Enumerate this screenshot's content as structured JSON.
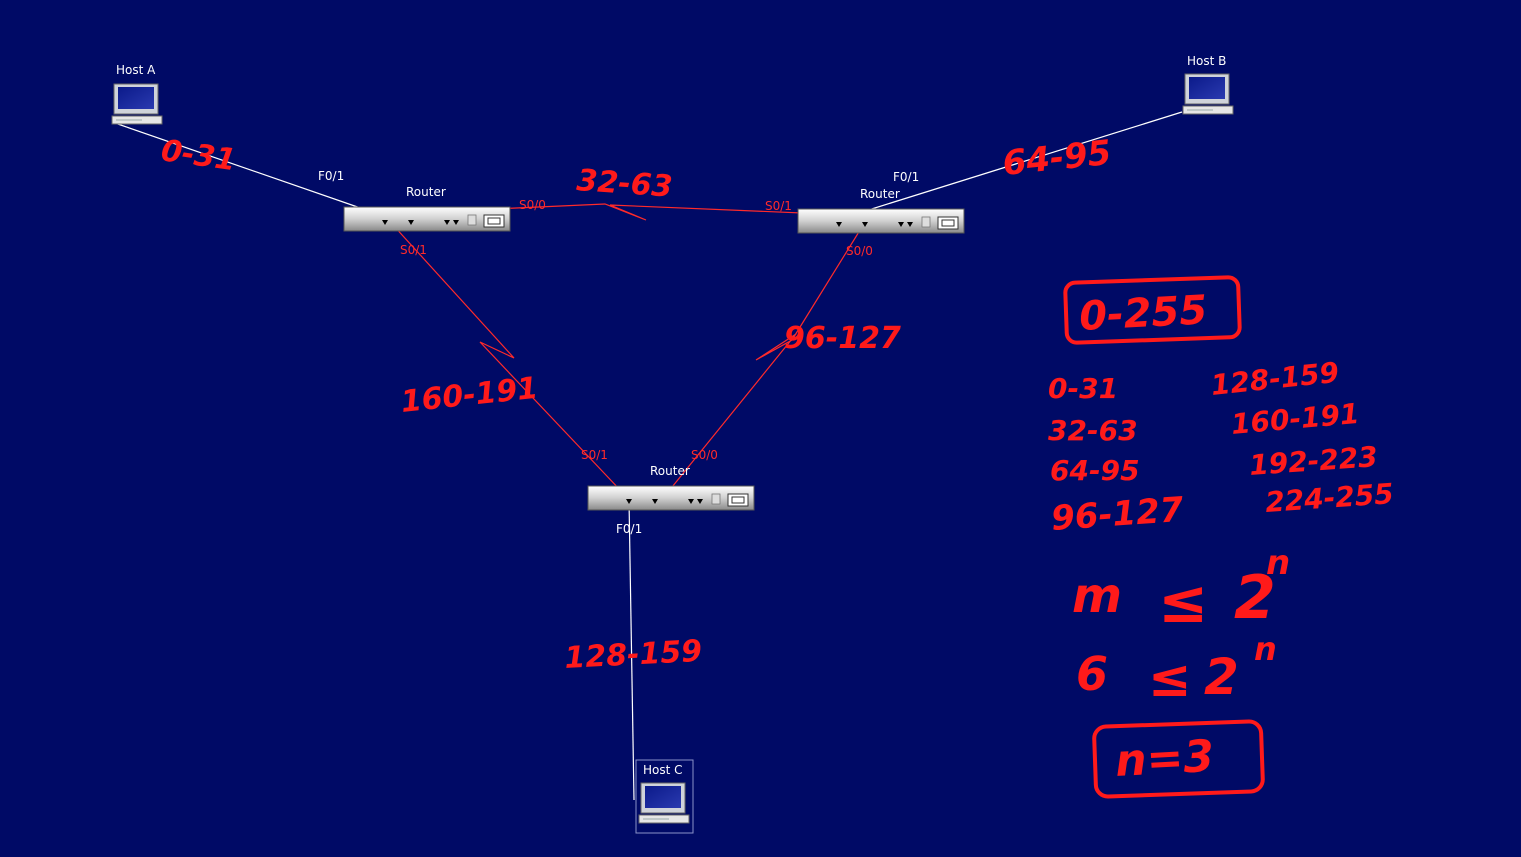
{
  "devices": {
    "host_a": {
      "label": "Host A"
    },
    "host_b": {
      "label": "Host B"
    },
    "host_c": {
      "label": "Host C"
    },
    "router_left": {
      "label": "Router"
    },
    "router_right": {
      "label": "Router"
    },
    "router_bottom": {
      "label": "Router"
    }
  },
  "ports": {
    "left_f01": "F0/1",
    "left_s00": "S0/0",
    "left_s01": "S0/1",
    "right_f01": "F0/1",
    "right_s01": "S0/1",
    "right_s00": "S0/0",
    "bottom_s01": "S0/1",
    "bottom_s00": "S0/0",
    "bottom_f01": "F0/1"
  },
  "annotations": {
    "link_host_a": "0-31",
    "link_left_right": "32-63",
    "link_host_b": "64-95",
    "link_right_bottom": "96-127",
    "link_left_bottom": "160-191",
    "link_host_c": "128-159",
    "total_range": "0-255",
    "ranges_col1": [
      "0-31",
      "32-63",
      "64-95",
      "96-127"
    ],
    "ranges_col2": [
      "128-159",
      "160-191",
      "192-223",
      "224-255"
    ],
    "formula1_lhs": "m",
    "formula1_sym": "≤",
    "formula1_base": "2",
    "formula1_exp": "n",
    "formula2_lhs": "6",
    "formula2_sym": "≤",
    "formula2_base": "2",
    "formula2_exp": "n",
    "result": "n=3"
  },
  "colors": {
    "background": "#000a66",
    "ethernet_link": "#ffffff",
    "serial_link": "#ff2a2a",
    "annotation": "#ff1a1a"
  }
}
